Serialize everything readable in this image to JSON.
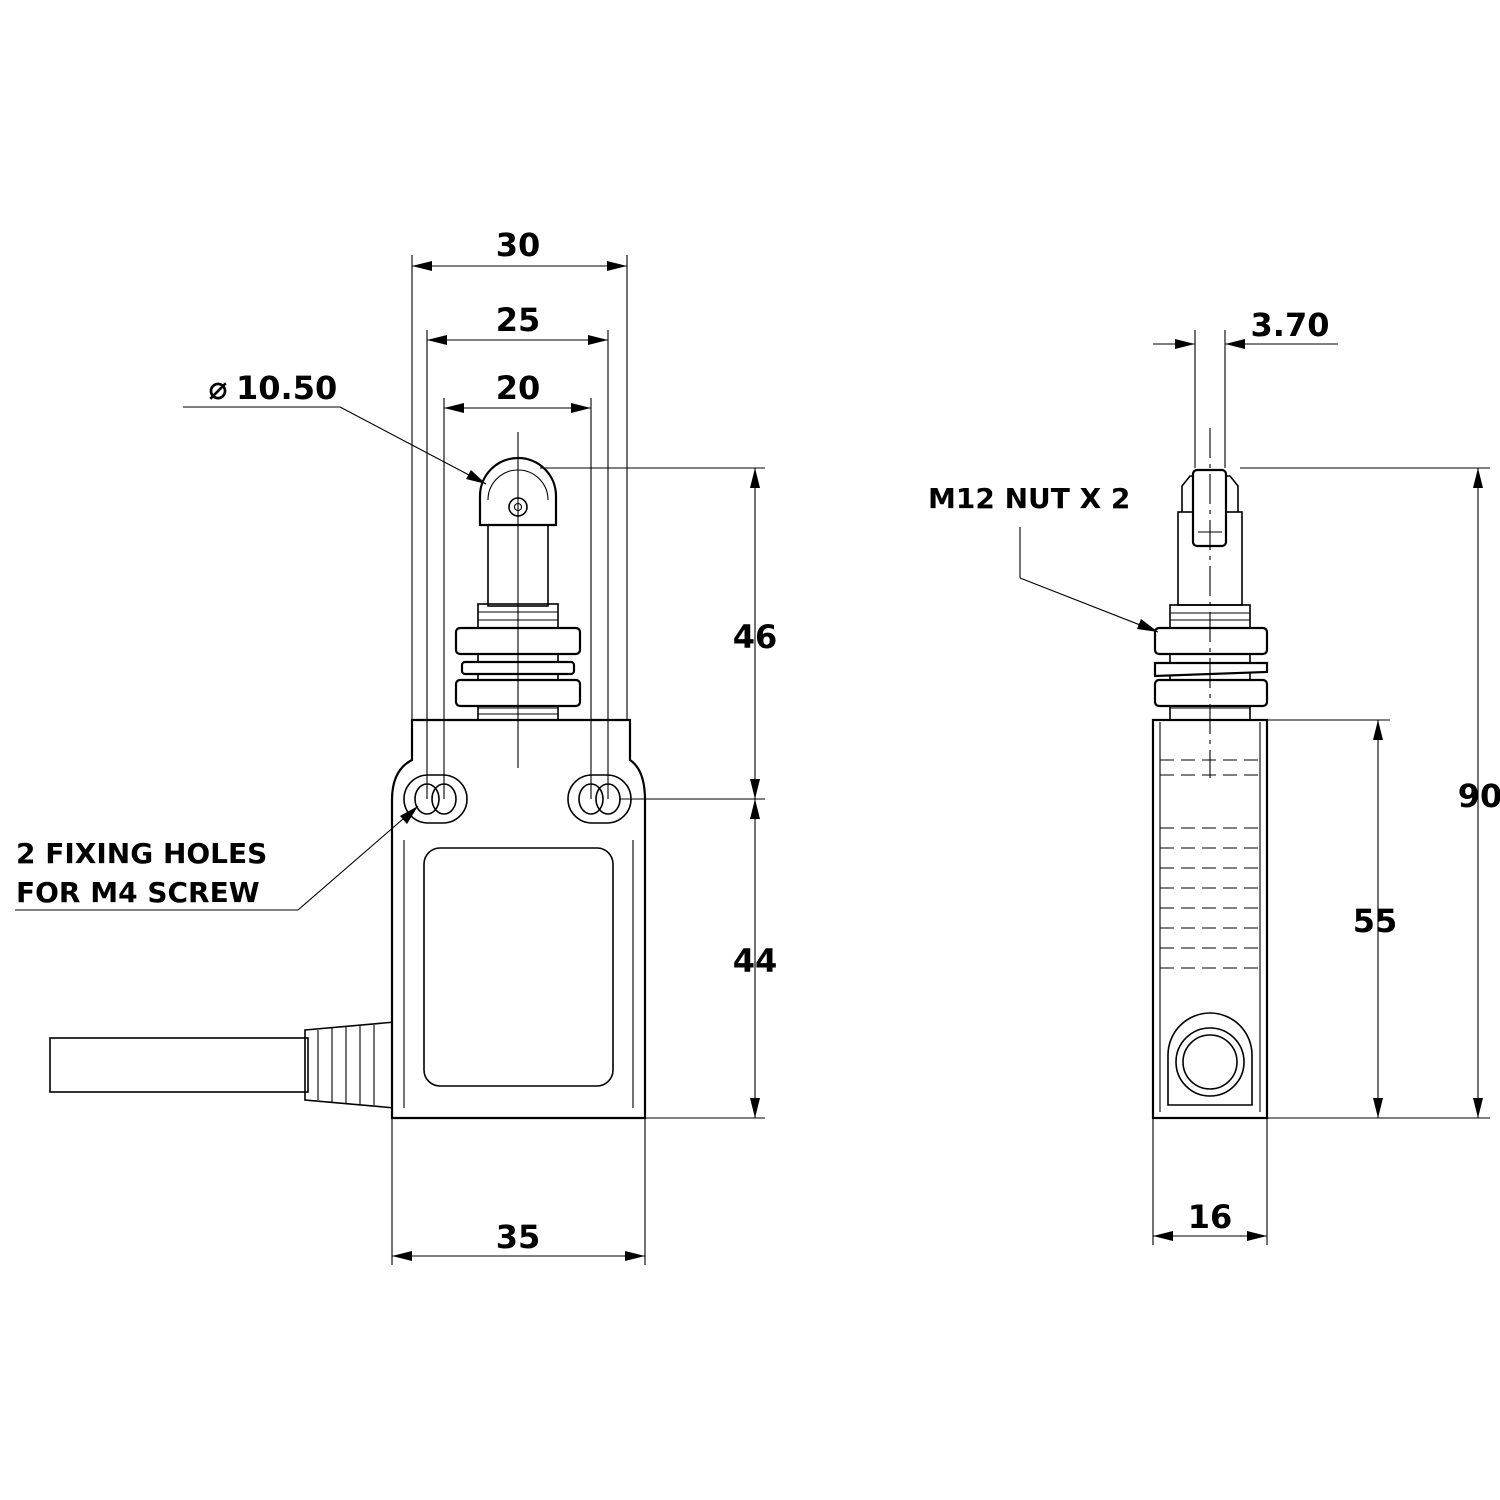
{
  "dimensions": {
    "width_30": "30",
    "width_25": "25",
    "width_20": "20",
    "roller_diameter": "10.50",
    "diameter_symbol": "⌀",
    "height_46": "46",
    "height_44": "44",
    "width_35": "35",
    "plunger_3_70": "3.70",
    "height_90": "90",
    "height_55": "55",
    "width_16": "16"
  },
  "notes": {
    "fixing_holes_line1": "2 FIXING HOLES",
    "fixing_holes_line2": "FOR M4 SCREW",
    "nut": "M12 NUT X 2"
  }
}
